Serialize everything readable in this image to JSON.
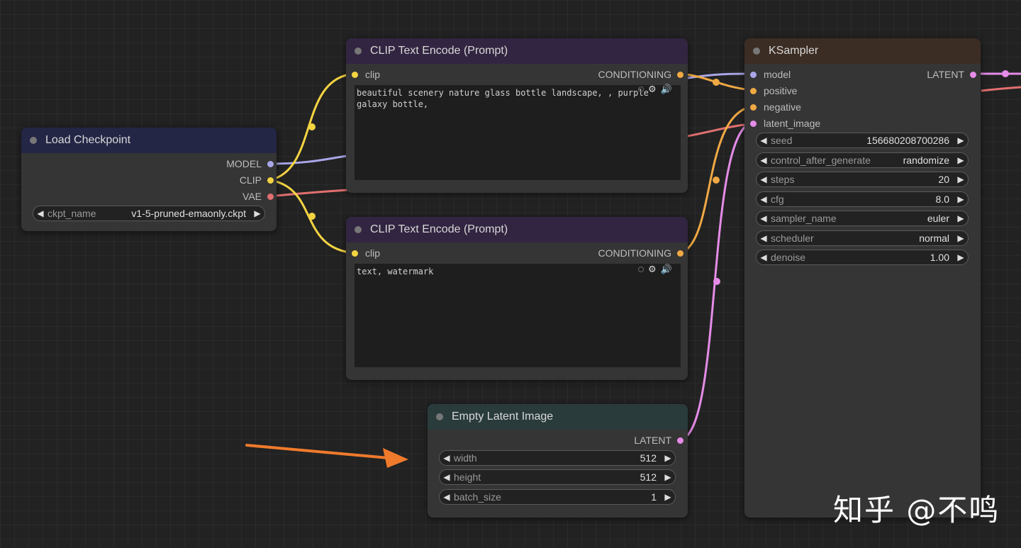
{
  "colors": {
    "model": "#a9a6e8",
    "clip": "#f5d442",
    "vae": "#e27070",
    "conditioning": "#f0a944",
    "latent": "#e58ce8"
  },
  "nodes": {
    "load_checkpoint": {
      "title": "Load Checkpoint",
      "outputs": [
        "MODEL",
        "CLIP",
        "VAE"
      ],
      "widget": {
        "label": "ckpt_name",
        "value": "v1-5-pruned-emaonly.ckpt"
      }
    },
    "clip_pos": {
      "title": "CLIP Text Encode (Prompt)",
      "input": "clip",
      "output": "CONDITIONING",
      "text": "beautiful scenery nature glass bottle landscape, , purple galaxy bottle,",
      "icons": [
        "status-dot-icon",
        "gear-icon",
        "speaker-icon"
      ]
    },
    "clip_neg": {
      "title": "CLIP Text Encode (Prompt)",
      "input": "clip",
      "output": "CONDITIONING",
      "text": "text, watermark",
      "icons": [
        "status-dot-icon",
        "gear-icon",
        "speaker-icon"
      ]
    },
    "empty_latent": {
      "title": "Empty Latent Image",
      "output": "LATENT",
      "widgets": [
        {
          "label": "width",
          "value": "512"
        },
        {
          "label": "height",
          "value": "512"
        },
        {
          "label": "batch_size",
          "value": "1"
        }
      ]
    },
    "ksampler": {
      "title": "KSampler",
      "inputs": [
        "model",
        "positive",
        "negative",
        "latent_image"
      ],
      "output": "LATENT",
      "widgets": [
        {
          "label": "seed",
          "value": "156680208700286"
        },
        {
          "label": "control_after_generate",
          "value": "randomize"
        },
        {
          "label": "steps",
          "value": "20"
        },
        {
          "label": "cfg",
          "value": "8.0"
        },
        {
          "label": "sampler_name",
          "value": "euler"
        },
        {
          "label": "scheduler",
          "value": "normal"
        },
        {
          "label": "denoise",
          "value": "1.00"
        }
      ]
    }
  },
  "watermark": "知乎 @不鸣",
  "annotation": {
    "color": "#f07a2c"
  }
}
